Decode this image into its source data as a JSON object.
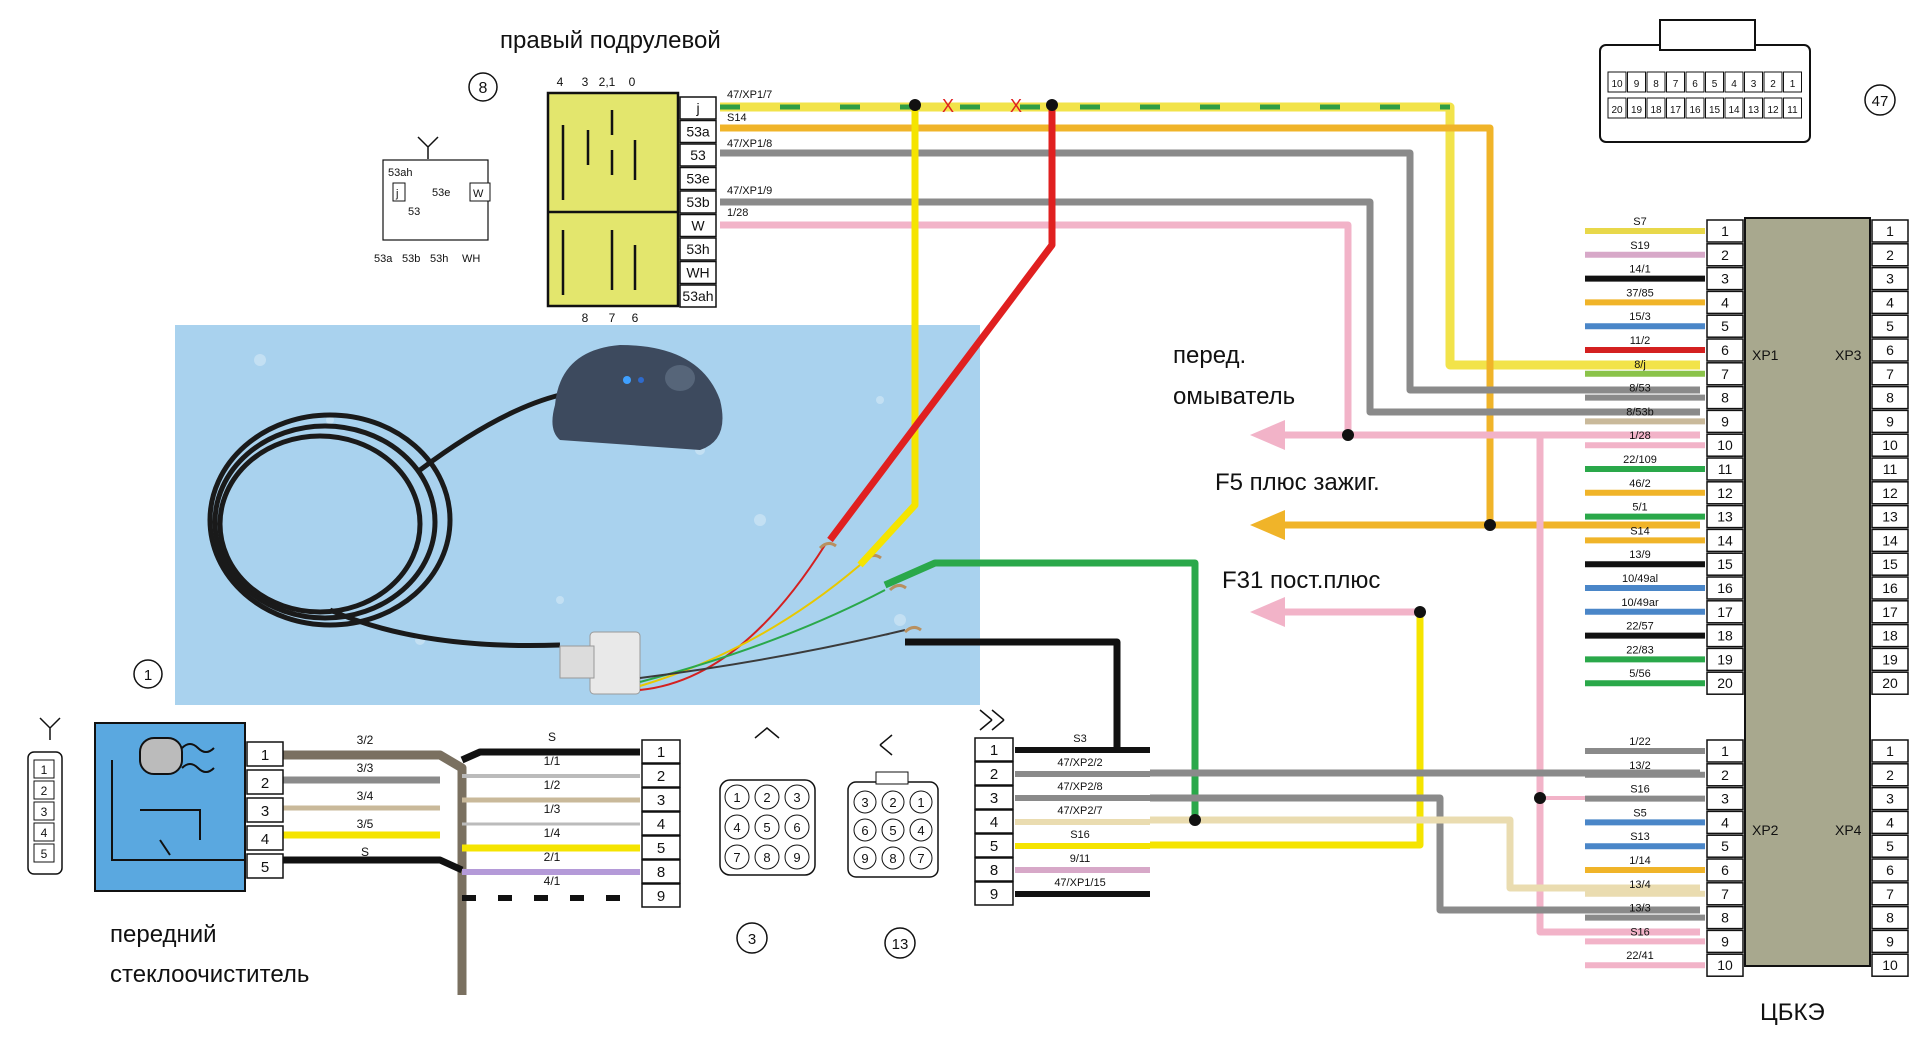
{
  "title_right_stalk": "правый подрулевой",
  "label_front_washer_1": "перед.",
  "label_front_washer_2": "омыватель",
  "label_f5": "F5 плюс зажиг.",
  "label_f31": "F31 пост.плюс",
  "label_wiper_1": "передний",
  "label_wiper_2": "стеклоочиститель",
  "label_cbke": "ЦБКЭ",
  "circle_8": "8",
  "circle_47": "47",
  "circle_1": "1",
  "circle_3": "3",
  "circle_13": "13",
  "mark_x": "X",
  "stalk": {
    "top_nums": [
      "4",
      "3",
      "2,1",
      "0"
    ],
    "bottom_nums": [
      "8",
      "7",
      "6"
    ],
    "pins": [
      "j",
      "53a",
      "53",
      "53e",
      "53b",
      "W",
      "53h",
      "WH",
      "53ah"
    ],
    "wire_labels": [
      "47/XP1/7",
      "S14",
      "47/XP1/8",
      "47/XP1/9",
      "1/28"
    ]
  },
  "small_schematic": {
    "labels": [
      "53ah",
      "53e",
      "W",
      "j",
      "53"
    ],
    "bottom": [
      "53a",
      "53b",
      "53h",
      "WH"
    ]
  },
  "cbke": {
    "xp1": "XP1",
    "xp3": "XP3",
    "xp2": "XP2",
    "xp4": "XP4",
    "xp1_pins": [
      "1",
      "2",
      "3",
      "4",
      "5",
      "6",
      "7",
      "8",
      "9",
      "10",
      "11",
      "12",
      "13",
      "14",
      "15",
      "16",
      "17",
      "18",
      "19",
      "20"
    ],
    "xp1_labels": [
      "S7",
      "S19",
      "14/1",
      "37/85",
      "15/3",
      "11/2",
      "8/j",
      "8/53",
      "8/53b",
      "1/28",
      "22/109",
      "46/2",
      "5/1",
      "S14",
      "13/9",
      "10/49al",
      "10/49ar",
      "22/57",
      "22/83",
      "5/56"
    ],
    "xp2_pins": [
      "1",
      "2",
      "3",
      "4",
      "5",
      "6",
      "7",
      "8",
      "9",
      "10"
    ],
    "xp2_labels": [
      "1/22",
      "13/2",
      "S16",
      "S5",
      "S13",
      "1/14",
      "13/4",
      "13/3",
      "S16",
      "22/41"
    ]
  },
  "conn47": {
    "top": [
      "10",
      "9",
      "8",
      "7",
      "6",
      "5",
      "4",
      "3",
      "2",
      "1"
    ],
    "bottom": [
      "20",
      "19",
      "18",
      "17",
      "16",
      "15",
      "14",
      "13",
      "12",
      "11"
    ]
  },
  "wiper": {
    "pins": [
      "1",
      "2",
      "3",
      "4",
      "5"
    ],
    "wire_labels": [
      "3/2",
      "3/3",
      "3/4",
      "3/5",
      "S"
    ],
    "side_connector": [
      "1",
      "2",
      "3",
      "4",
      "5"
    ]
  },
  "conn3": {
    "pins": [
      "1",
      "2",
      "3",
      "4",
      "5",
      "8",
      "9"
    ],
    "wire_labels": [
      "S",
      "1/1",
      "1/2",
      "1/3",
      "1/4",
      "2/1",
      "4/1"
    ],
    "face": [
      "1",
      "2",
      "3",
      "4",
      "5",
      "6",
      "7",
      "8",
      "9"
    ]
  },
  "conn13": {
    "face": [
      "3",
      "2",
      "1",
      "6",
      "5",
      "4",
      "9",
      "8",
      "7"
    ]
  },
  "conn_mid": {
    "pins": [
      "1",
      "2",
      "3",
      "4",
      "5",
      "8",
      "9"
    ],
    "wire_labels": [
      "S3",
      "47/XP2/2",
      "47/XP2/8",
      "47/XP2/7",
      "S16",
      "9/11",
      "47/XP1/15"
    ]
  }
}
